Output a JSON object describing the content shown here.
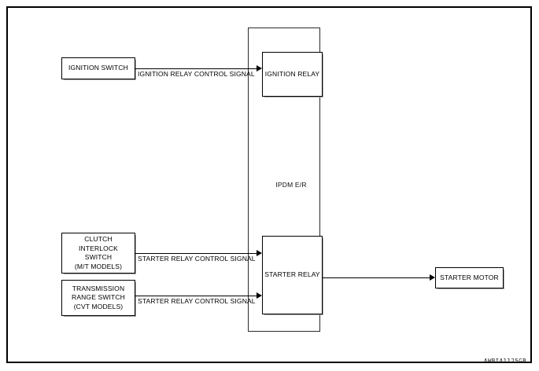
{
  "figure": {
    "code": "AWBIA1125GB",
    "enclosure_label": "IPDM E/R"
  },
  "blocks": [
    {
      "id": "ignition-switch",
      "label": "IGNITION SWITCH"
    },
    {
      "id": "clutch-switch",
      "label": "CLUTCH\nINTERLOCK\nSWITCH\n(M/T MODELS)"
    },
    {
      "id": "transmission-switch",
      "label": "TRANSMISSION\nRANGE SWITCH\n(CVT MODELS)"
    },
    {
      "id": "ignition-relay",
      "label": "IGNITION RELAY"
    },
    {
      "id": "starter-relay",
      "label": "STARTER RELAY"
    },
    {
      "id": "starter-motor",
      "label": "STARTER MOTOR"
    }
  ],
  "signals": [
    {
      "id": "ignition-relay-control",
      "label": "IGNITION RELAY CONTROL SIGNAL"
    },
    {
      "id": "starter-relay-control-mt",
      "label": "STARTER RELAY CONTROL SIGNAL"
    },
    {
      "id": "starter-relay-control-cvt",
      "label": "STARTER RELAY CONTROL SIGNAL"
    }
  ],
  "colors": {
    "line": "#000000",
    "enclosure": "#2a2a2a",
    "background": "#ffffff"
  }
}
